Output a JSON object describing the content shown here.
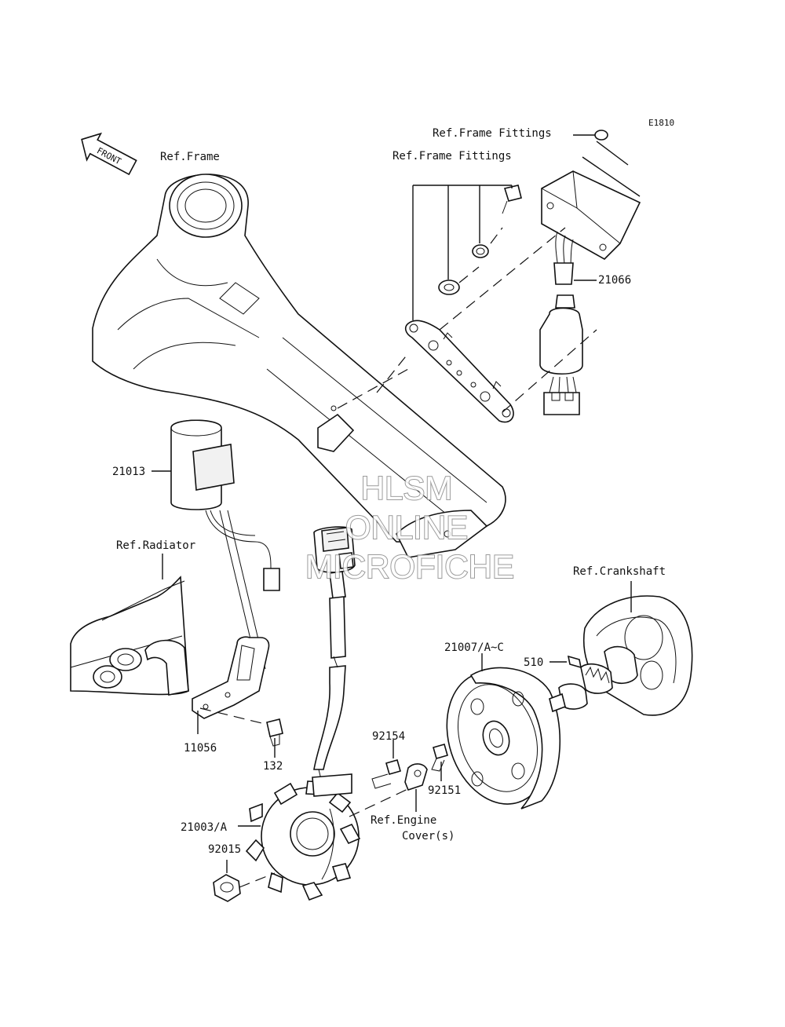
{
  "diagram": {
    "code": "E1810",
    "front_arrow_label": "FRONT",
    "watermark": [
      "HLSM",
      "ONLINE",
      "MICROFICHE"
    ],
    "labels": {
      "ref_frame": "Ref.Frame",
      "ref_frame_fittings_top": "Ref.Frame Fittings",
      "ref_frame_fittings": "Ref.Frame Fittings",
      "p21066": "21066",
      "p21013": "21013",
      "ref_radiator": "Ref.Radiator",
      "ref_crankshaft": "Ref.Crankshaft",
      "p21007": "21007/A~C",
      "p510": "510",
      "p92154": "92154",
      "p92151": "92151",
      "ref_engine_cover_1": "Ref.Engine",
      "ref_engine_cover_2": "Cover(s)",
      "p11056": "11056",
      "p132": "132",
      "p21003": "21003/A",
      "p92015": "92015"
    }
  }
}
